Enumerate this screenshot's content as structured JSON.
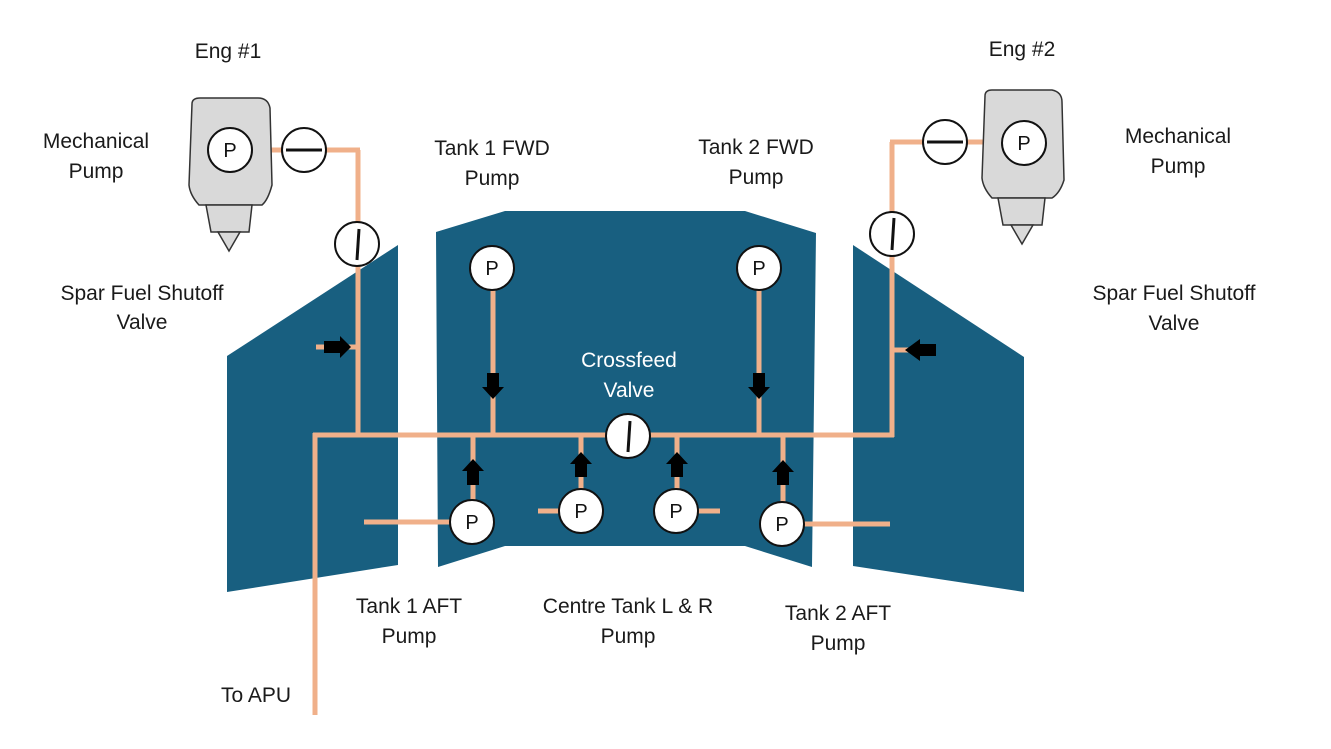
{
  "engines": {
    "left": {
      "title": "Eng #1",
      "pump_label_line1": "Mechanical",
      "pump_label_line2": "Pump"
    },
    "right": {
      "title": "Eng #2",
      "pump_label_line1": "Mechanical",
      "pump_label_line2": "Pump"
    }
  },
  "valves": {
    "spar_left_line1": "Spar Fuel Shutoff",
    "spar_left_line2": "Valve",
    "spar_right_line1": "Spar Fuel Shutoff",
    "spar_right_line2": "Valve",
    "crossfeed_line1": "Crossfeed",
    "crossfeed_line2": "Valve"
  },
  "pumps": {
    "symbol": "P",
    "tank1_fwd_line1": "Tank 1 FWD",
    "tank1_fwd_line2": "Pump",
    "tank2_fwd_line1": "Tank 2 FWD",
    "tank2_fwd_line2": "Pump",
    "tank1_aft_line1": "Tank 1 AFT",
    "tank1_aft_line2": "Pump",
    "centre_line1": "Centre Tank L & R",
    "centre_line2": "Pump",
    "tank2_aft_line1": "Tank 2 AFT",
    "tank2_aft_line2": "Pump"
  },
  "apu": {
    "label": "To APU"
  },
  "colors": {
    "tank": "#185f80",
    "pipe": "#f0b08a",
    "engine": "#d9d9d9",
    "arrow": "#000000"
  }
}
